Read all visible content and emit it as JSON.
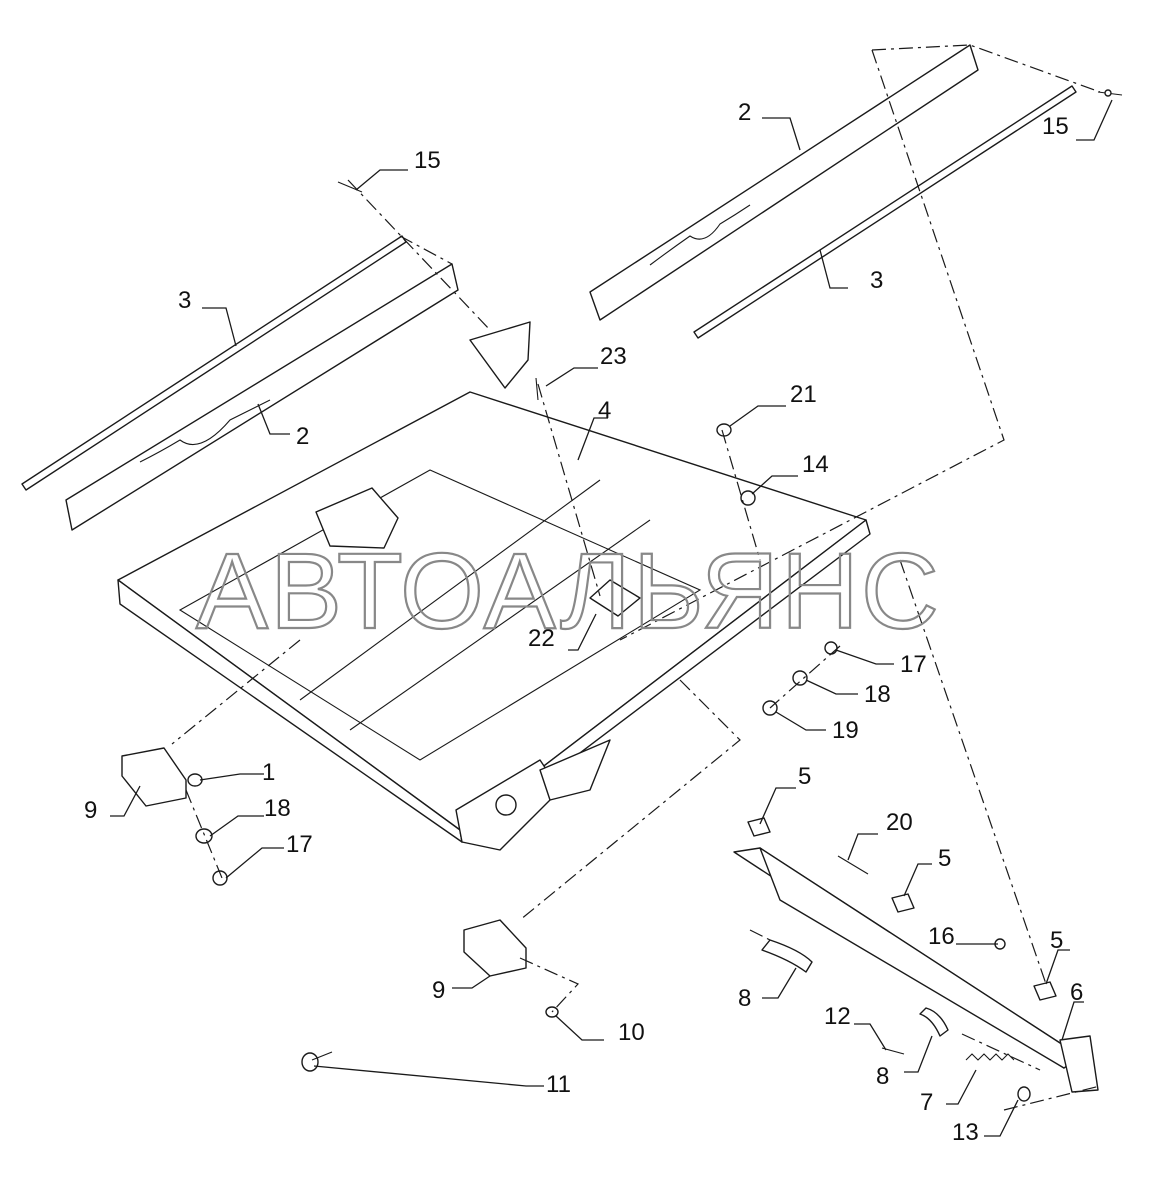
{
  "watermark": "АВТОАЛЬЯНС",
  "callouts": {
    "c15a": "15",
    "c15b": "15",
    "c2a": "2",
    "c2b": "2",
    "c3a": "3",
    "c3b": "3",
    "c23": "23",
    "c4": "4",
    "c21": "21",
    "c14": "14",
    "c22": "22",
    "c17a": "17",
    "c18a": "18",
    "c19": "19",
    "c1": "1",
    "c9a": "9",
    "c18b": "18",
    "c17b": "17",
    "c5a": "5",
    "c20": "20",
    "c5b": "5",
    "c16": "16",
    "c5c": "5",
    "c6": "6",
    "c8a": "8",
    "c12": "12",
    "c8b": "8",
    "c7": "7",
    "c13": "13",
    "c9b": "9",
    "c10": "10",
    "c11": "11"
  }
}
